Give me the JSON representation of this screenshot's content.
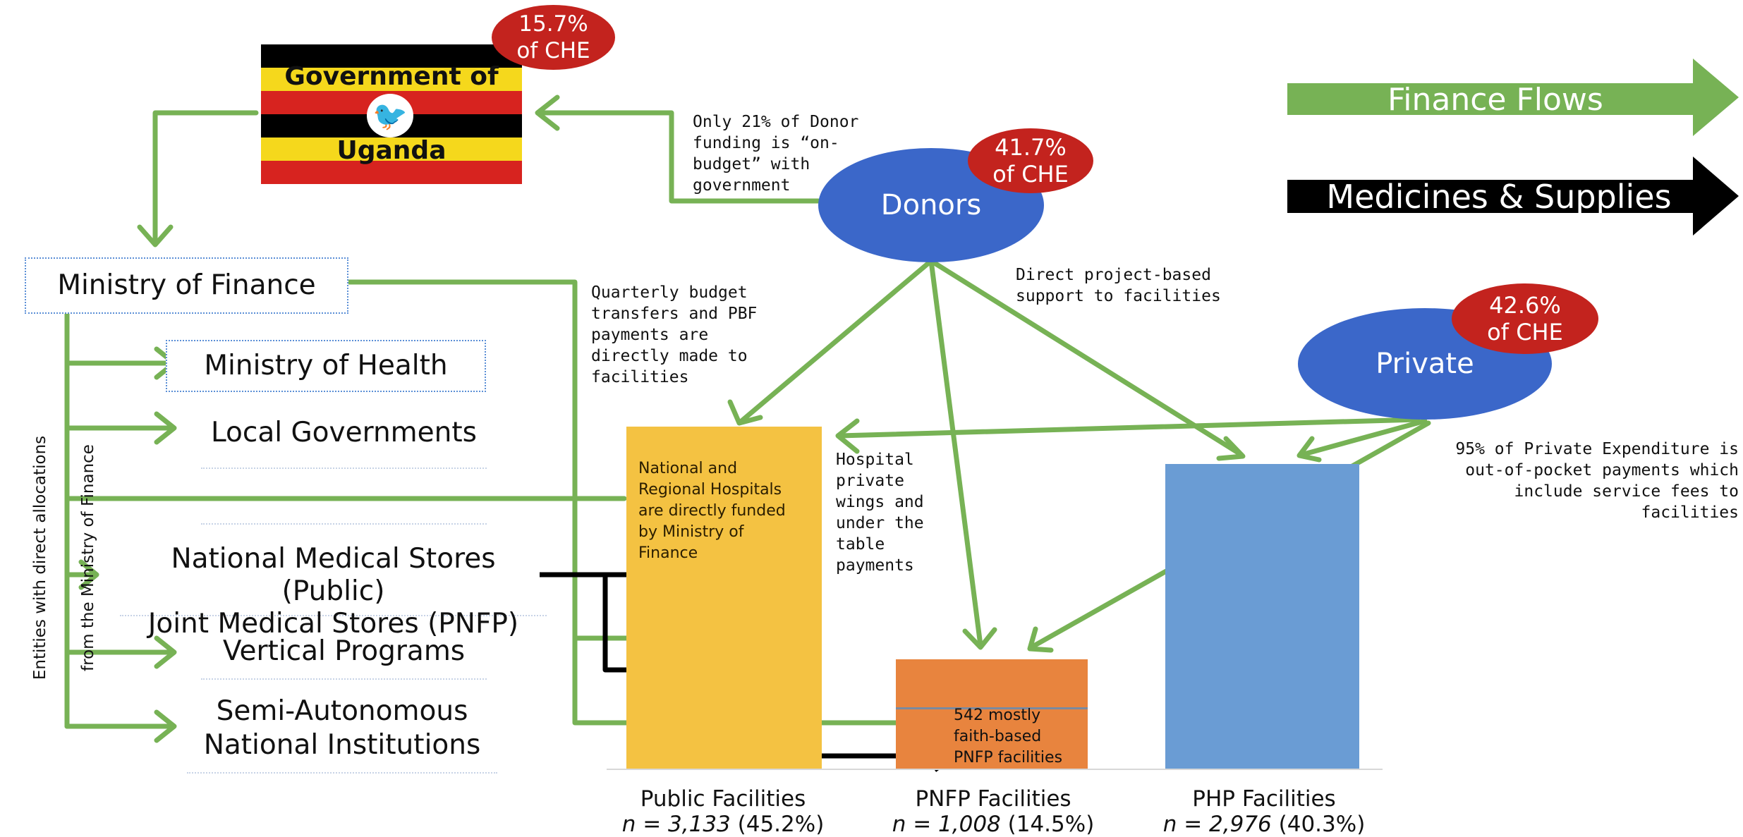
{
  "government": {
    "title_line1": "Government of",
    "title_line2": "Uganda",
    "che": "15.7%\nof CHE"
  },
  "donors": {
    "label": "Donors",
    "che": "41.7%\nof CHE",
    "note_on_budget": "Only 21% of Donor\nfunding is “on-\nbudget” with\ngovernment",
    "note_direct": "Direct project-based\nsupport to facilities"
  },
  "private": {
    "label": "Private",
    "che": "42.6%\nof CHE",
    "note": "95% of Private Expenditure is\nout-of-pocket payments which\ninclude service fees to facilities"
  },
  "legend": {
    "finance": "Finance Flows",
    "medicines": "Medicines & Supplies",
    "finance_color": "#77b255",
    "medicines_color": "#000000"
  },
  "ministry_finance": {
    "label": "Ministry of Finance",
    "note": "Quarterly budget\ntransfers and PBF\npayments are\ndirectly made to\nfacilities"
  },
  "side_label": {
    "line1": "Entities with direct allocations",
    "line2": "from the Ministry of Finance"
  },
  "entities": [
    {
      "label": "Ministry of Health"
    },
    {
      "label": "Local Governments"
    },
    {
      "label": "National Medical Stores (Public)\nJoint Medical Stores (PNFP)"
    },
    {
      "label": "Vertical Programs"
    },
    {
      "label": "Semi-Autonomous\nNational Institutions"
    }
  ],
  "public_note": "National and\nRegional Hospitals\nare directly funded\nby Ministry of\nFinance",
  "hospital_note": "Hospital\nprivate\nwings and\nunder the\ntable\npayments",
  "pnfp_note": "542 mostly\nfaith-based\nPNFP facilities",
  "facilities": [
    {
      "name": "Public Facilities",
      "n_prefix": "n = ",
      "n_value": "3,133",
      "pct": " (45.2%)",
      "color": "#f4c242"
    },
    {
      "name": "PNFP Facilities",
      "n_prefix": "n = ",
      "n_value": "1,008",
      "pct": " (14.5%)",
      "color": "#e8843e"
    },
    {
      "name": "PHP Facilities",
      "n_prefix": "n = ",
      "n_value": "2,976",
      "pct": " (40.3%)",
      "color": "#6a9cd4"
    }
  ],
  "colors": {
    "flag_black": "#000000",
    "flag_yellow": "#f5d81c",
    "flag_red": "#d7231f",
    "che_bubble": "#c3231e",
    "actor_bubble": "#3b67c9",
    "flow_green": "#77b255"
  }
}
